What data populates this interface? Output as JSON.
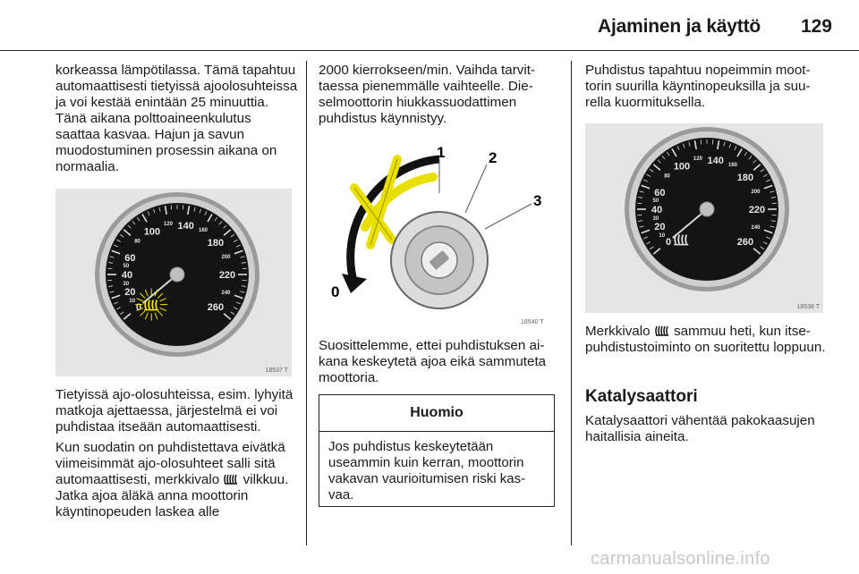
{
  "header": {
    "title": "Ajaminen ja käyttö",
    "page_number": "129"
  },
  "col1": {
    "p1": "korkeassa lämpötilassa. Tämä tapah­tuu automaattisesti tietyissä ajo­olosuhteissa ja voi kestää enintään 25 minuuttia. Tänä aikana polttoai­neenkulutus saattaa kasvaa. Hajun ja savun muodostuminen prosessin ai­kana on normaalia.",
    "figure_code": "18537 T",
    "p2": "Tietyissä ajo-olosuhteissa, esim. ly­hyitä matkoja ajettaessa, järjestelmä ei voi puhdistaa itseään automaatti­sesti.",
    "p3_a": "Kun suodatin on puhdistettava ei­vätkä viimeisimmät ajo-olosuhteet salli sitä automaattisesti, merkki­valo",
    "p3_b": "vilkkuu. Jatka ajoa äläkä anna moottorin käyntinopeuden laskea alle"
  },
  "col2": {
    "p1": "2000 kierrokseen/min. Vaihda tarvit­taessa pienemmälle vaihteelle. Die­selmoottorin hiukkassuodattimen puhdistus käynnistyy.",
    "figure_code": "18540 T",
    "figure_labels": [
      "0",
      "1",
      "2",
      "3"
    ],
    "p2": "Suosittelemme, ettei puhdistuksen ai­kana keskeytetä ajoa eikä sammuteta moottoria.",
    "notice_title": "Huomio",
    "notice_body": "Jos puhdistus keskeytetään useammin kuin kerran, moottorin vakavan vaurioitumisen riski kas­vaa."
  },
  "col3": {
    "p1": "Puhdistus tapahtuu nopeimmin moot­torin suurilla käyntinopeuksilla ja suu­rella kuormituksella.",
    "figure_code": "18538 T",
    "p2_a": "Merkkivalo",
    "p2_b": "sammuu heti, kun itse­puhdistustoiminto on suoritettu lop­puun.",
    "heading": "Katalysaattori",
    "p3": "Katalysaattori vähentää pakokaasu­jen haitallisia aineita."
  },
  "gauge": {
    "major_labels": [
      "0",
      "20",
      "40",
      "60",
      "100",
      "140",
      "180",
      "220",
      "260"
    ],
    "minor_labels": [
      "10",
      "30",
      "50",
      "80",
      "120",
      "160",
      "200",
      "240"
    ]
  },
  "icons": {
    "filter_warning": "diesel-particulate-filter-icon"
  },
  "colors": {
    "warning_yellow": "#f5e400",
    "gauge_face": "#141414"
  },
  "watermark": "carmanualsonline.info"
}
